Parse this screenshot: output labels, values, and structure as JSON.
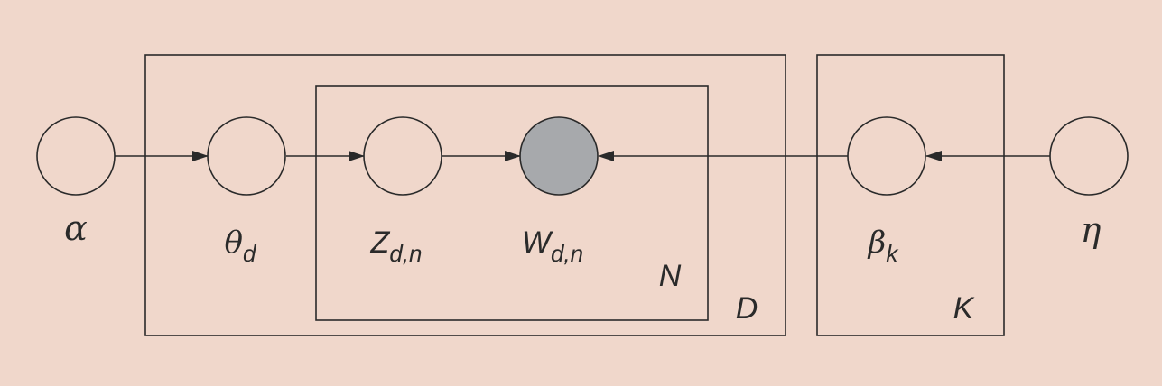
{
  "colors": {
    "background": "#f0d7cb",
    "stroke": "#2a2a2a",
    "observed_fill": "#a7a9ac",
    "latent_fill": "none"
  },
  "nodes": {
    "alpha": {
      "symbol": "α",
      "sub": "",
      "observed": false
    },
    "theta": {
      "symbol": "θ",
      "sub": "d",
      "observed": false
    },
    "z": {
      "symbol": "Z",
      "sub": "d,n",
      "observed": false
    },
    "w": {
      "symbol": "W",
      "sub": "d,n",
      "observed": true
    },
    "beta": {
      "symbol": "β",
      "sub": "k",
      "observed": false
    },
    "eta": {
      "symbol": "η",
      "sub": "",
      "observed": false
    }
  },
  "plates": {
    "N": "N",
    "D": "D",
    "K": "K"
  },
  "edges": [
    {
      "from": "alpha",
      "to": "theta"
    },
    {
      "from": "theta",
      "to": "z"
    },
    {
      "from": "z",
      "to": "w"
    },
    {
      "from": "beta",
      "to": "w"
    },
    {
      "from": "eta",
      "to": "beta"
    }
  ]
}
